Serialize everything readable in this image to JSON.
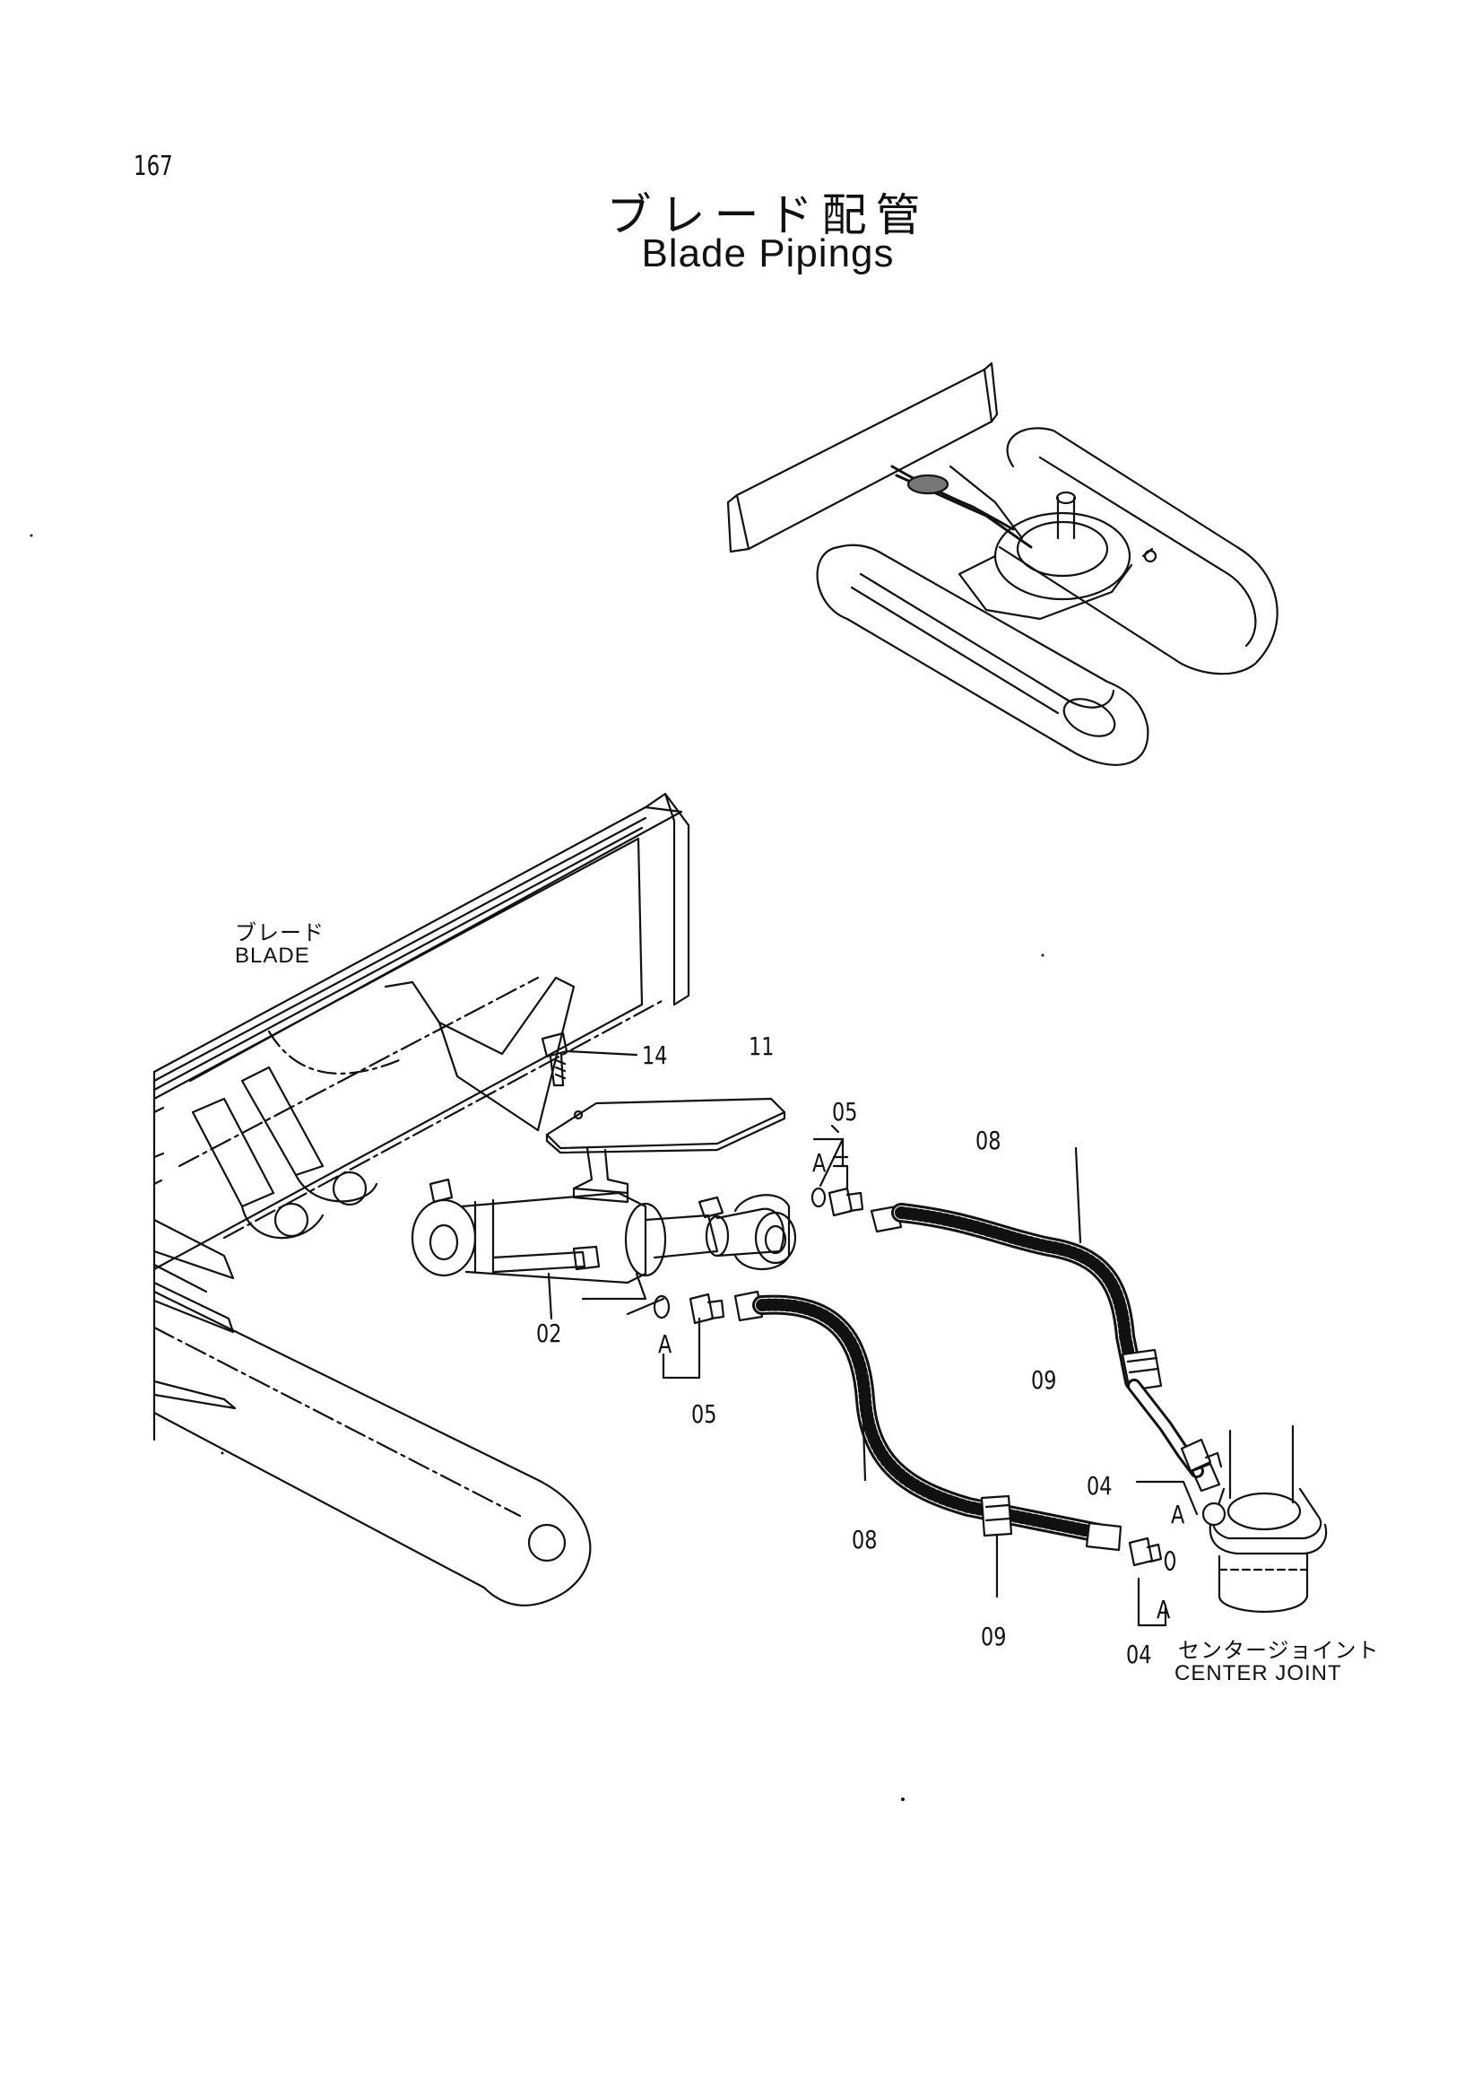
{
  "page_number": "167",
  "title": {
    "japanese": "ブレード配管",
    "english": "Blade Pipings"
  },
  "labels": {
    "blade_jp": "ブレード",
    "blade_en": "BLADE",
    "center_joint_jp": "センタージョイント",
    "center_joint_en": "CENTER  JOINT"
  },
  "callouts": {
    "p14": "14",
    "p11": "11",
    "p05_top": "05",
    "a_top": "A",
    "p08_top": "08",
    "p02": "02",
    "a_mid": "A",
    "p05_bottom": "05",
    "p08_bottom": "08",
    "p09_right": "09",
    "p04_top": "04",
    "a_right": "A",
    "p09_bottom": "09",
    "a_bottom": "A",
    "p04_bottom": "04"
  }
}
